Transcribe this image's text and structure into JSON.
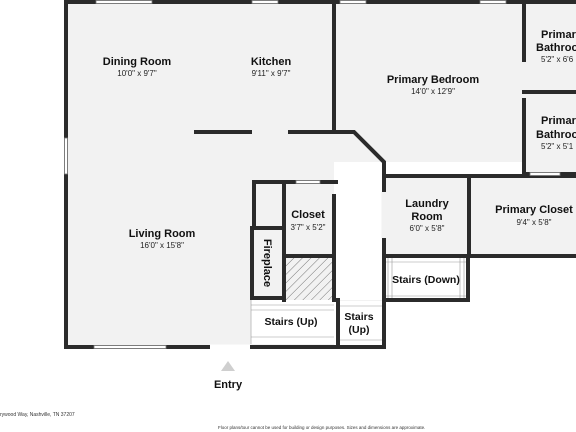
{
  "rooms": {
    "dining": {
      "name": "Dining Room",
      "dim": "10'0\" x 9'7\""
    },
    "kitchen": {
      "name": "Kitchen",
      "dim": "9'11\" x 9'7\""
    },
    "primary_bedroom": {
      "name": "Primary Bedroom",
      "dim": "14'0\" x 12'9\""
    },
    "primary_bath_1": {
      "name": "Primary Bathroom",
      "name_visible": "Primar",
      "name_line2": "Bathroom",
      "dim": "5'2\" x 6'6"
    },
    "primary_bath_2": {
      "name": "Primary Bathroom",
      "name_line2": "Bathroom",
      "dim": "5'2\" x 5'1"
    },
    "living": {
      "name": "Living Room",
      "dim": "16'0\" x 15'8\""
    },
    "closet": {
      "name": "Closet",
      "dim": "3'7\" x 5'2\""
    },
    "laundry": {
      "name_line1": "Laundry",
      "name_line2": "Room",
      "dim": "6'0\" x 5'8\""
    },
    "primary_closet": {
      "name": "Primary Closet",
      "dim": "9'4\" x 5'8\""
    },
    "fireplace": {
      "name": "Fireplace"
    },
    "stairs_up_main": {
      "name": "Stairs (Up)"
    },
    "stairs_up_small": {
      "line1": "Stairs",
      "line2": "(Up)"
    },
    "stairs_down": {
      "name": "Stairs (Down)"
    }
  },
  "entry": {
    "label": "Entry"
  },
  "footer": {
    "address": "rywood Way, Nashville, TN 37207",
    "disclaimer": "Floor plans/tour cannot be used for building or design purposes. Sizes and dimensions are approximate."
  }
}
